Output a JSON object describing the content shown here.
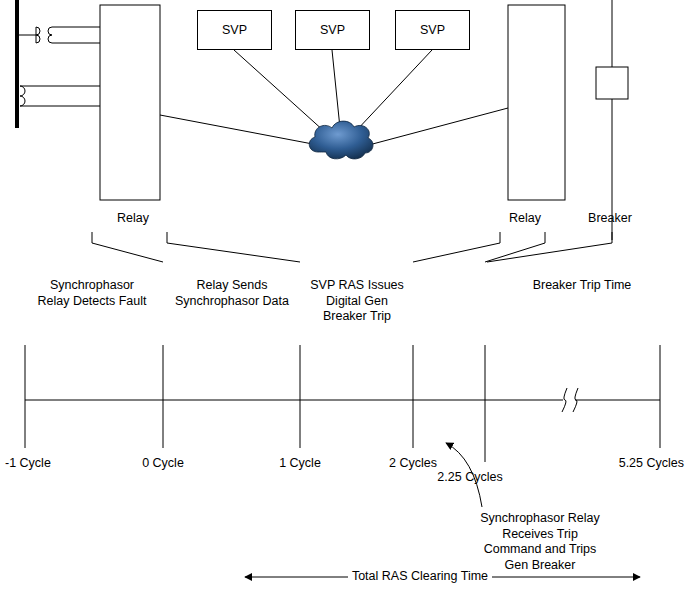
{
  "diagram": {
    "nodes": [
      {
        "text": [
          "SVP"
        ]
      },
      {
        "text": [
          "SVP"
        ]
      },
      {
        "text": [
          "SVP"
        ]
      }
    ],
    "labels": [
      "Relay",
      "Relay",
      "Breaker",
      "Synchrophasor Relay Detects Fault",
      "Relay Sends Synchrophasor Data",
      "SVP RAS Issues Digital Gen Breaker Trip",
      "Breaker Trip Time",
      "-1 Cycle",
      "0 Cycle",
      "1 Cycle",
      "2 Cycles",
      "2.25 Cycles",
      "5.25 Cycles",
      "Synchrophasor Relay Receives Trip Command and Trips Gen Breaker",
      "Total RAS Clearing Time"
    ]
  }
}
